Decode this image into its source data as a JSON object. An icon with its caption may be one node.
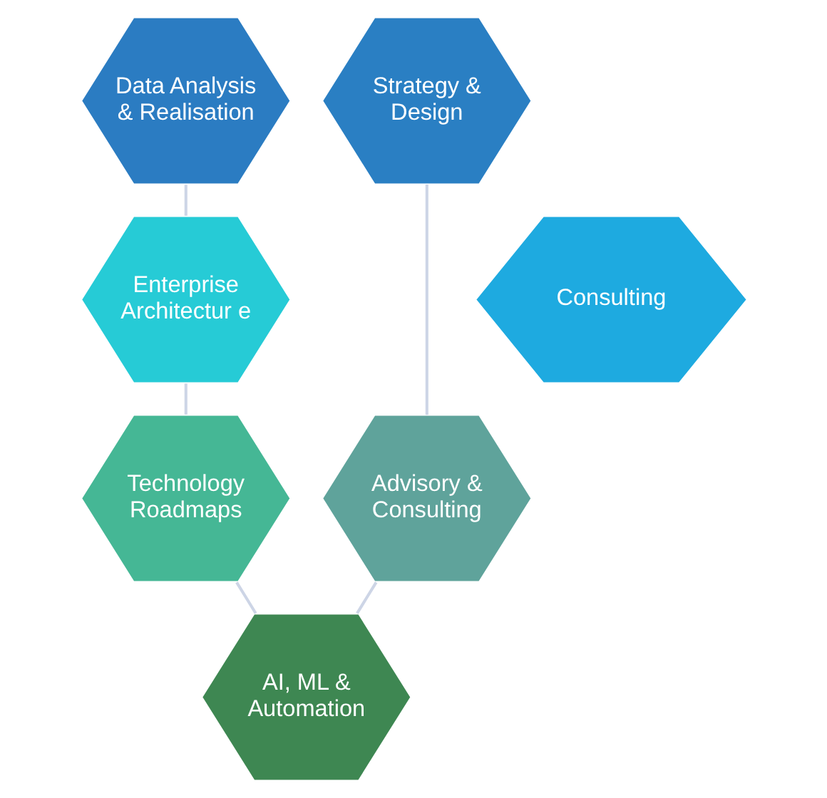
{
  "diagram": {
    "nodes": [
      {
        "text": [
          "Data Analysis & Realisation"
        ]
      },
      {
        "text": [
          "Strategy & Design"
        ]
      },
      {
        "text": [
          "Enterprise Architectur e"
        ]
      },
      {
        "text": [
          "Consulting"
        ]
      },
      {
        "text": [
          "Advisory & Consulting"
        ]
      },
      {
        "text": [
          "Technology Roadmaps"
        ]
      },
      {
        "text": [
          "AI, ML & Automation"
        ]
      }
    ],
    "edges": [
      {
        "from": 0,
        "to": 2,
        "arrow": "none"
      },
      {
        "from": 2,
        "to": 5,
        "arrow": "none"
      },
      {
        "from": 5,
        "to": 6,
        "arrow": "none"
      },
      {
        "from": 6,
        "to": 4,
        "arrow": "none"
      },
      {
        "from": 4,
        "to": 1,
        "arrow": "none"
      }
    ]
  }
}
